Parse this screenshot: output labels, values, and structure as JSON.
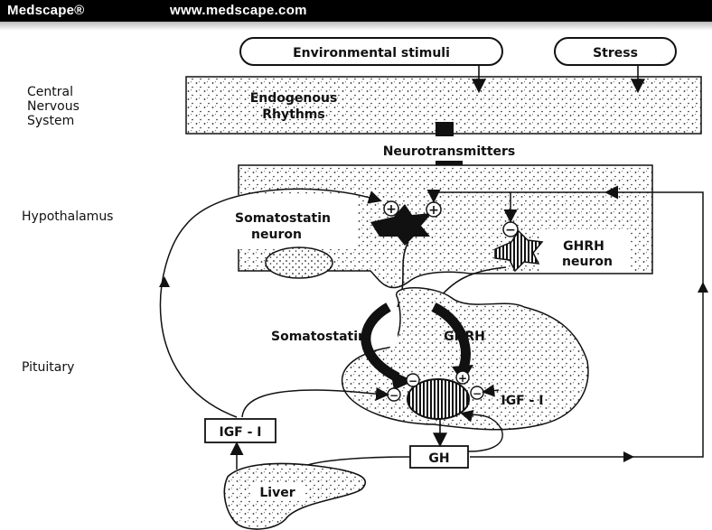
{
  "header": {
    "brand": "Medscape®",
    "url": "www.medscape.com"
  },
  "side_labels": {
    "cns_line1": "Central",
    "cns_line2": "Nervous",
    "cns_line3": "System",
    "hypothalamus": "Hypothalamus",
    "pituitary": "Pituitary"
  },
  "inputs": {
    "environmental": "Environmental stimuli",
    "stress": "Stress"
  },
  "cns": {
    "rhythms_line1": "Endogenous",
    "rhythms_line2": "Rhythms"
  },
  "neurotransmitters": "Neurotransmitters",
  "hypothalamus": {
    "somatostatin_line1": "Somatostatin",
    "somatostatin_line2": "neuron",
    "ghrh_line1": "GHRH",
    "ghrh_line2": "neuron"
  },
  "pituitary": {
    "somatostatin": "Somatostatin",
    "ghrh": "GHRH",
    "igf_local": "IGF - I"
  },
  "boxes": {
    "igf": "IGF - I",
    "gh": "GH",
    "liver": "Liver"
  },
  "signs": {
    "plus": "+",
    "minus": "−"
  },
  "colors": {
    "background": "#ffffff",
    "ink": "#111111",
    "header_bg": "#000000",
    "header_text": "#ffffff"
  }
}
